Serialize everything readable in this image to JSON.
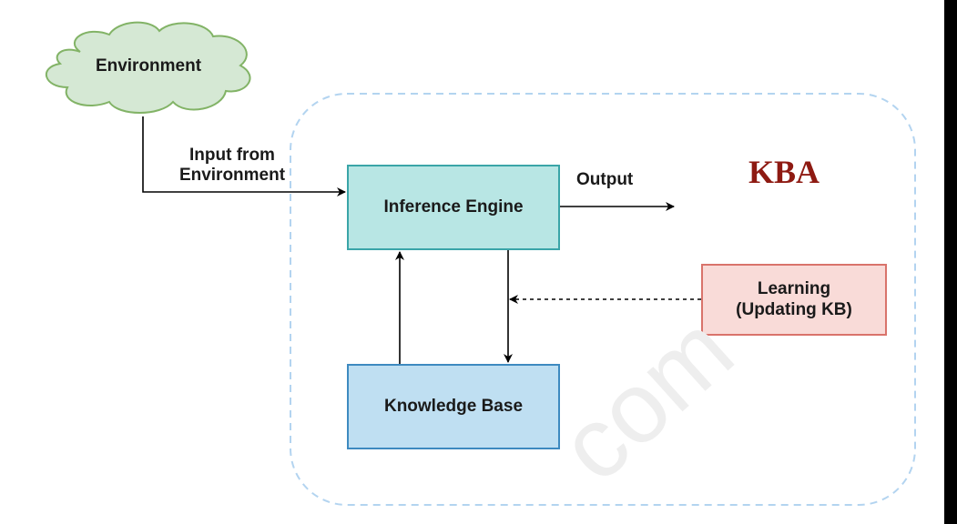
{
  "diagram": {
    "title": "KBA",
    "nodes": {
      "environment": "Environment",
      "inference_engine": "Inference Engine",
      "knowledge_base": "Knowledge Base",
      "learning": "Learning\n(Updating KB)"
    },
    "edge_labels": {
      "input": "Input from\nEnvironment",
      "output": "Output"
    },
    "watermark": "com"
  },
  "colors": {
    "title": "#8e1a12",
    "cloud_fill": "#d5e8d4",
    "cloud_stroke": "#82b366",
    "inference_fill": "#b8e6e4",
    "kb_fill": "#bfdff2",
    "learning_fill": "#f9dbd8",
    "boundary": "#b3d4f0"
  }
}
